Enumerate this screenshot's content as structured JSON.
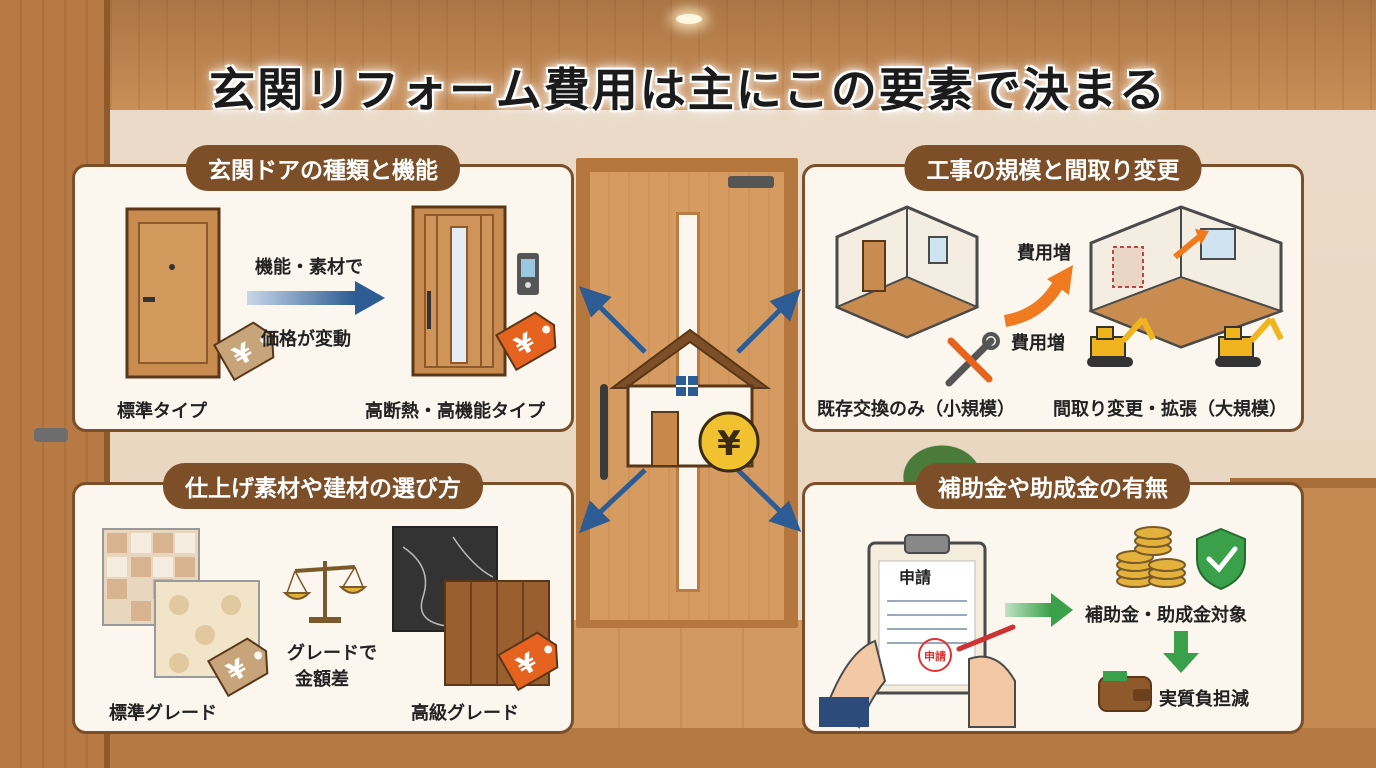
{
  "title": "玄関リフォーム費用は主にこの要素で決まる",
  "panels": {
    "door": {
      "header": "玄関ドアの種類と機能",
      "standard_label": "標準タイプ",
      "premium_label": "高断熱・高機能タイプ",
      "arrow_label_top": "機能・素材で",
      "arrow_label_bottom": "価格が変動"
    },
    "scale": {
      "header": "工事の規模と間取り変更",
      "small_label": "既存交換のみ（小規模）",
      "large_label": "間取り変更・拡張（大規模）",
      "cost_up_1": "費用増",
      "cost_up_2": "費用増"
    },
    "materials": {
      "header": "仕上げ素材や建材の選び方",
      "standard_label": "標準グレード",
      "premium_label": "高級グレード",
      "scale_label_top": "グレードで",
      "scale_label_bottom": "金額差"
    },
    "subsidy": {
      "header": "補助金や助成金の有無",
      "form_title": "申請",
      "stamp_text": "申請",
      "eligible_label": "補助金・助成金対象",
      "reduced_label": "実質負担減"
    }
  },
  "center": {
    "currency_symbol": "¥"
  },
  "price_tag_symbol": "¥",
  "colors": {
    "panel_header": "#7d4f28",
    "arrow_blue": "#2d5b93",
    "tag_orange": "#e5621f",
    "tag_tan": "#c8a47a",
    "cost_arrow": "#ef7a1f",
    "green_arrow": "#3aa14a"
  },
  "icons": [
    "door-icon",
    "price-tag-icon",
    "house-yen-icon",
    "room-icon",
    "tools-icon",
    "excavator-icon",
    "tile-icon",
    "balance-scale-icon",
    "marble-icon",
    "wood-icon",
    "clipboard-icon",
    "coins-icon",
    "shield-check-icon",
    "wallet-icon"
  ]
}
